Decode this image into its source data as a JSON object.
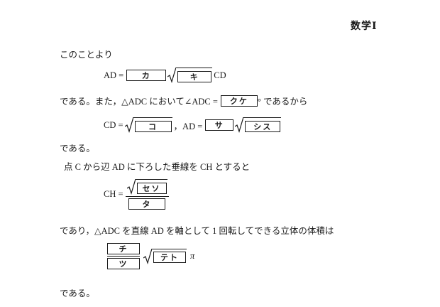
{
  "header": "数学Ⅰ",
  "intro": "このことより",
  "eq1": {
    "lhs": "AD =",
    "box1": "カ",
    "box2": "キ",
    "tail": "CD"
  },
  "line2": {
    "pre": "である。また，△ADC において∠ADC =",
    "box": "クケ",
    "post": "° であるから"
  },
  "eq2": {
    "lhs": "CD =",
    "box1": "コ",
    "mid": "，AD =",
    "box2": "サ",
    "box3": "シス"
  },
  "line3": "である。",
  "line4": "点 C から辺 AD に下ろした垂線を CH とすると",
  "eq3": {
    "lhs": "CH =",
    "num": "セソ",
    "den": "タ"
  },
  "line5": "であり，△ADC を直線 AD を軸として 1 回転してできる立体の体積は",
  "eq4": {
    "num": "チ",
    "den": "ツ",
    "box": "テト",
    "tail": "π"
  },
  "line6": "である。"
}
